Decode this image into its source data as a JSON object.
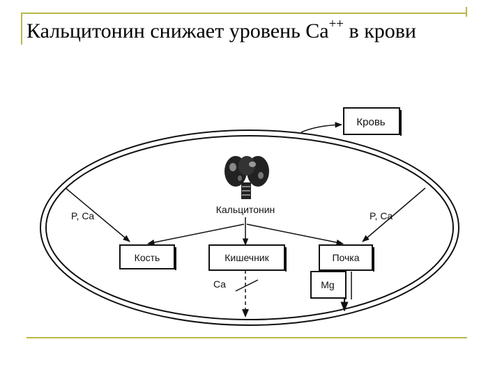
{
  "slide": {
    "title": "Кальцитонин снижает уровень Ca",
    "title_superscript": "++",
    "title_tail": " в крови"
  },
  "diagram": {
    "blood": "Кровь",
    "hormone": "Кальцитонин",
    "bone": "Кость",
    "intestine": "Кишечник",
    "kidney": "Почка",
    "magnesium": "Mg",
    "left_ions": "P, Ca",
    "right_ions": "P, Ca",
    "blocked_ion": "Ca"
  },
  "colors": {
    "decoration": "#b8b84a",
    "ink": "#111111"
  }
}
